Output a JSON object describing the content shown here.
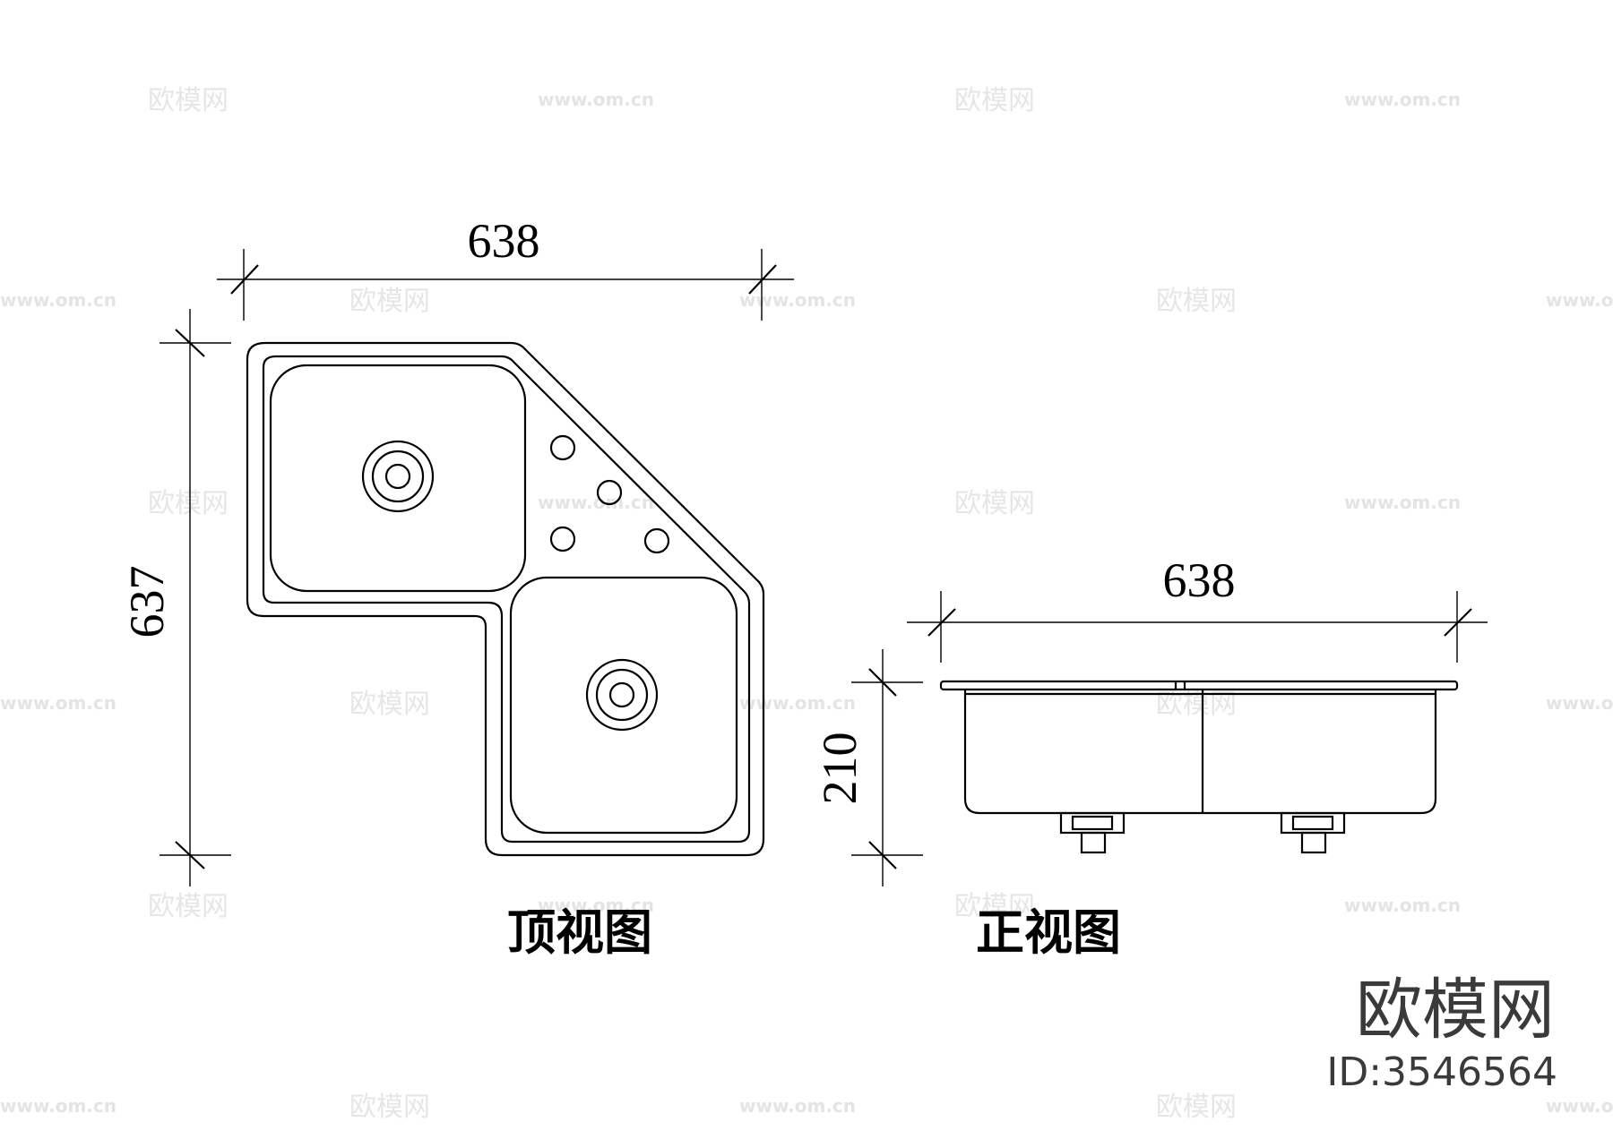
{
  "top_view": {
    "width_label": "638",
    "depth_label": "637",
    "caption": "顶视图"
  },
  "front_view": {
    "width_label": "638",
    "height_label": "210",
    "caption": "正视图"
  },
  "watermark": {
    "brand_text": "欧模网",
    "url_text": "www.om.cn"
  },
  "brand": {
    "name": "欧模网",
    "id_text": "ID:3546564"
  }
}
